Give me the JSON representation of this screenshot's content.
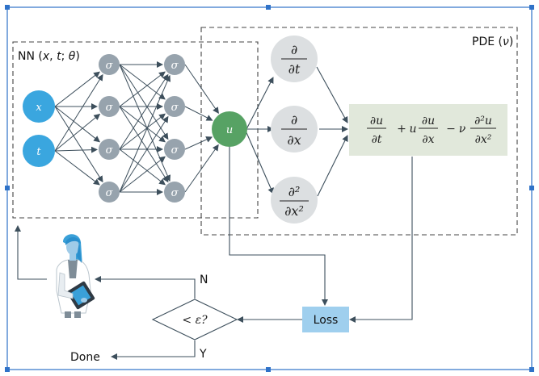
{
  "nn_box": {
    "label": "NN(x, t; θ)",
    "label_parts": {
      "prefix": "NN (",
      "x": "x",
      "sep1": ", ",
      "t": "t",
      "sep2": "; ",
      "theta": "θ",
      "suffix": ")"
    }
  },
  "pde_box": {
    "label": "PDE (ν)",
    "label_parts": {
      "prefix": "PDE (",
      "nu": "ν",
      "suffix": ")"
    }
  },
  "inputs": [
    "x",
    "t"
  ],
  "hidden_neuron_label": "σ",
  "output_label": "u",
  "derivative_ops": [
    {
      "num": "∂",
      "den": "∂t"
    },
    {
      "num": "∂",
      "den": "∂x"
    },
    {
      "num": "∂²",
      "den": "∂x²"
    }
  ],
  "equation": {
    "t1_num": "∂u",
    "t1_den": "∂t",
    "plus": "+",
    "coef": "u",
    "t2_num": "∂u",
    "t2_den": "∂x",
    "minus": "−",
    "nu": "ν",
    "t3_num": "∂²u",
    "t3_den": "∂x²"
  },
  "loss_label": "Loss",
  "decision": {
    "label": "< ε?",
    "no_label": "N",
    "yes_label": "Y"
  },
  "done_label": "Done",
  "colors": {
    "input": "#3aa6df",
    "hidden": "#97a3ad",
    "output": "#57a264",
    "derivative": "#dcdfe1",
    "equation_bg": "#e1e8db",
    "loss_bg": "#9fcfee",
    "selection": "#2f72c8"
  }
}
